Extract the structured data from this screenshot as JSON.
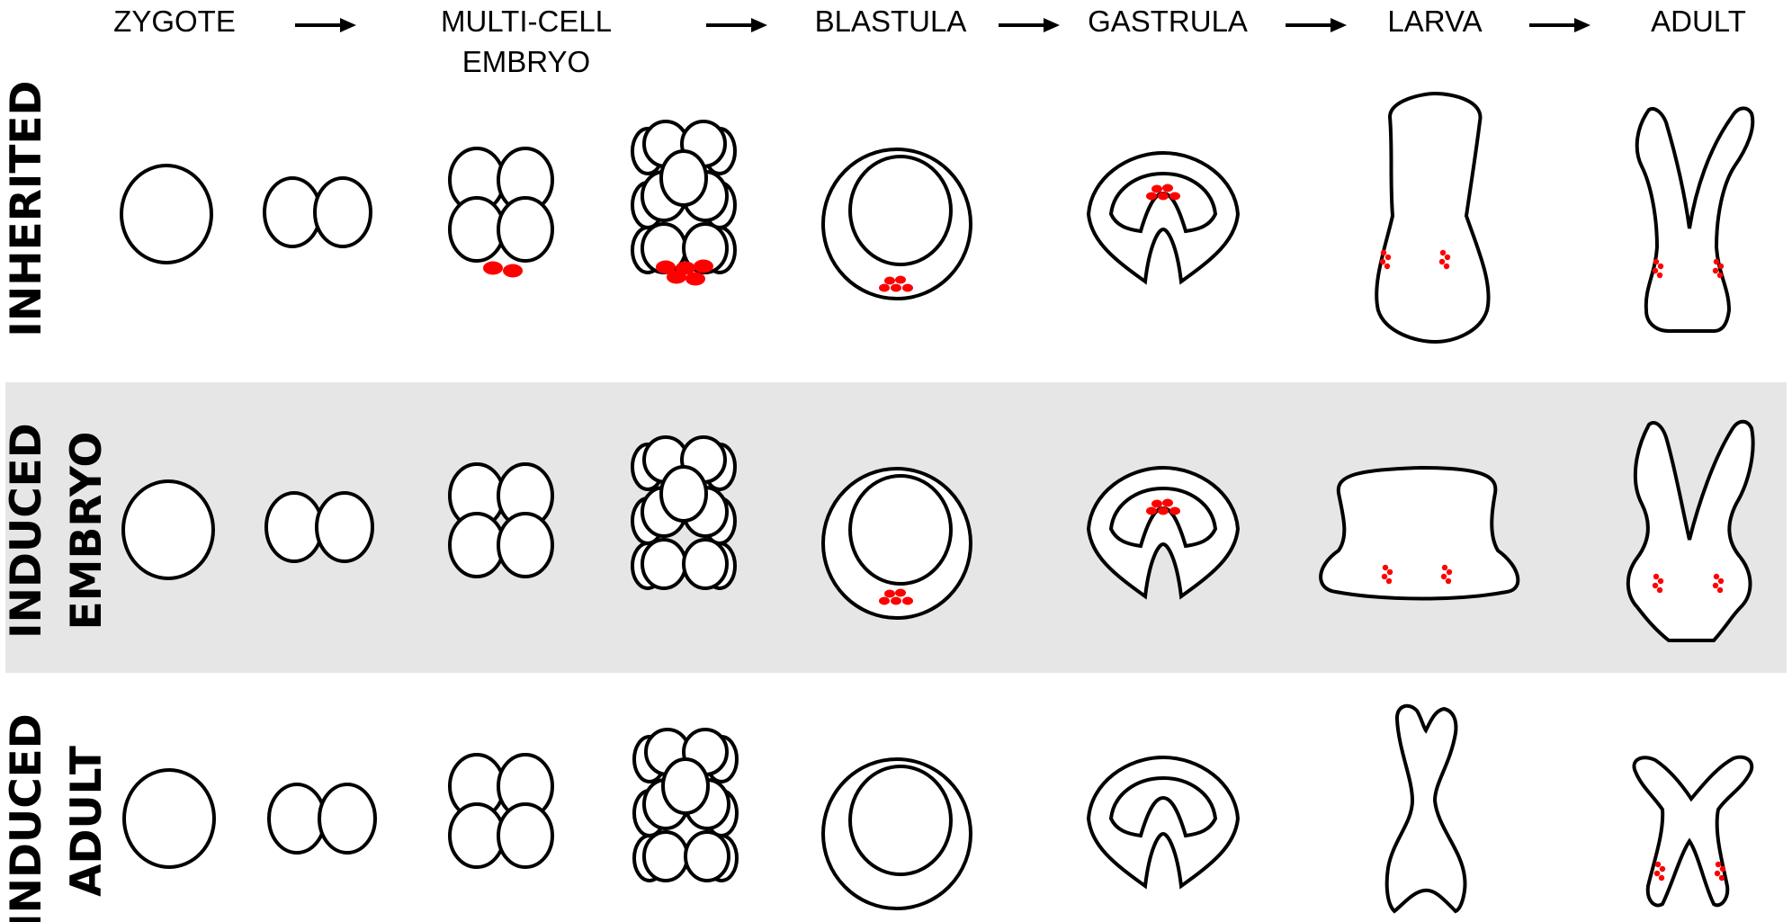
{
  "stages": [
    "ZYGOTE",
    "MULTI-CELL",
    "EMBRYO",
    "BLASTULA",
    "GASTRULA",
    "LARVA",
    "ADULT"
  ],
  "rows": [
    {
      "label_line1": "INHERITED",
      "label_line2": ""
    },
    {
      "label_line1": "INDUCED",
      "label_line2": "EMBRYO"
    },
    {
      "label_line1": "INDUCED",
      "label_line2": "ADULT"
    }
  ],
  "colors": {
    "band": "#e6e6e6",
    "germ_cells": "#ff0000",
    "outline": "#000000"
  }
}
